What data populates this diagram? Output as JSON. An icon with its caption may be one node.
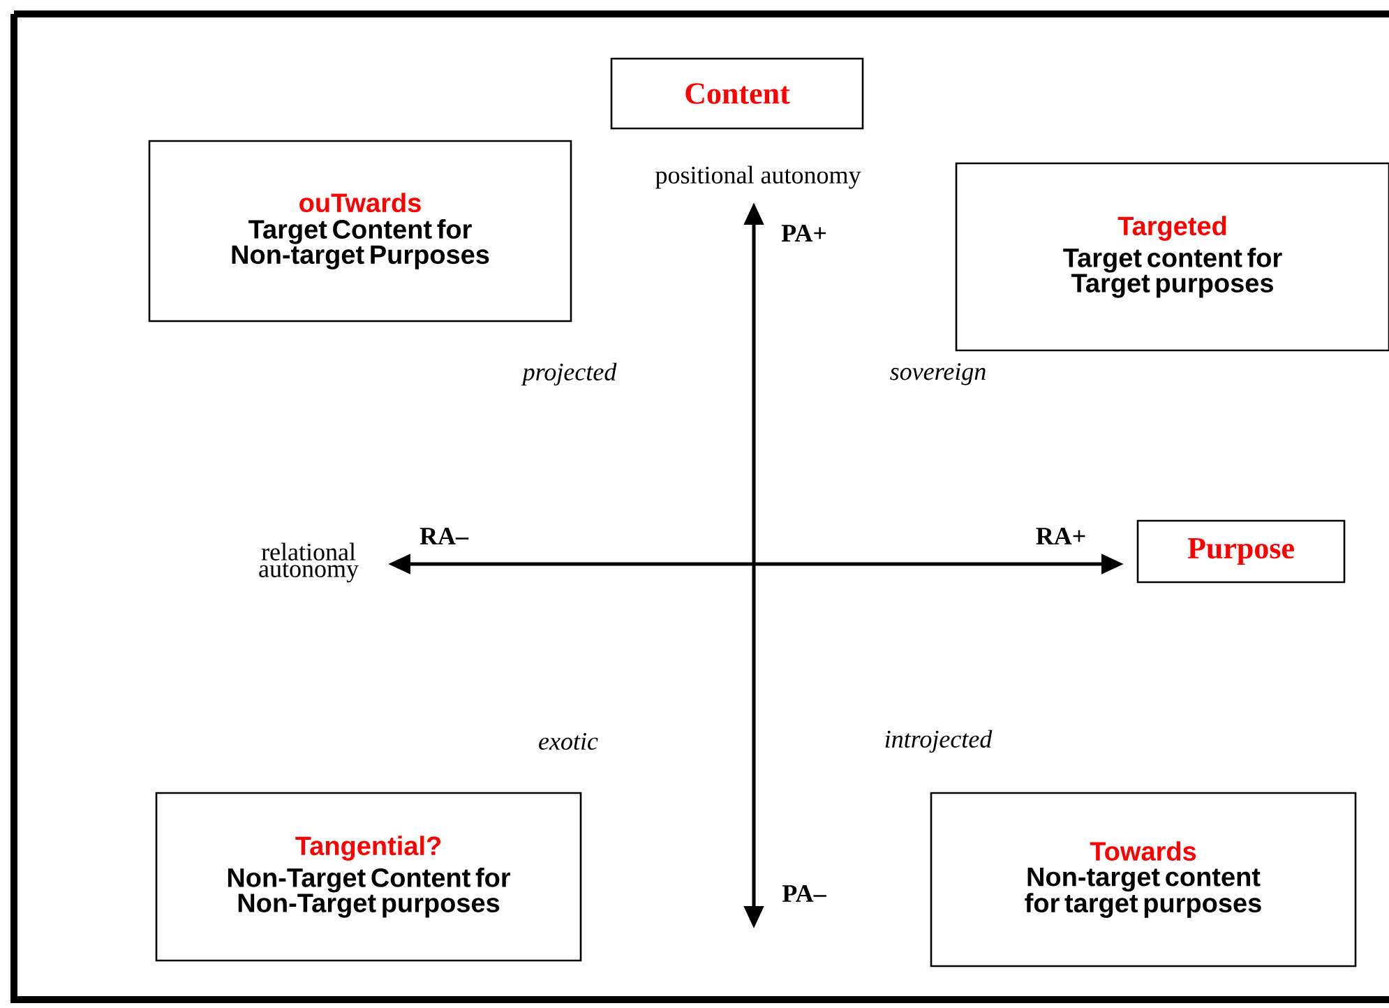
{
  "diagram": {
    "nodes": [
      {
        "text": [
          "Content"
        ]
      },
      {
        "text": [
          "ouTwards",
          "Target Content for Non-target Purposes"
        ]
      },
      {
        "text": [
          "Targeted",
          "Target content for Target purposes"
        ]
      },
      {
        "text": [
          "Purpose"
        ]
      },
      {
        "text": [
          "Tangential?",
          "Non-Target Content for Non-Target purposes"
        ]
      },
      {
        "text": [
          "Towards",
          "Non-target content for target purposes"
        ]
      }
    ],
    "labels": [
      "positional autonomy",
      "PA+",
      "projected",
      "sovereign",
      "relational autonomy",
      "RA–",
      "RA+",
      "exotic",
      "introjected",
      "PA–"
    ]
  }
}
